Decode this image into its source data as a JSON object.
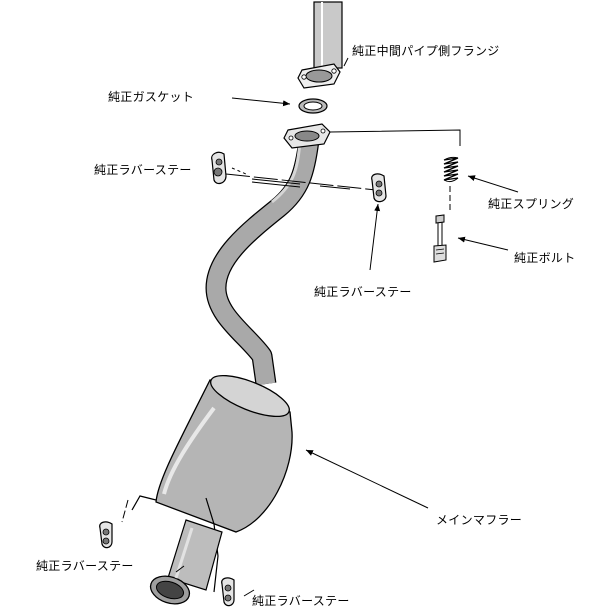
{
  "labels": {
    "mid_pipe_flange": "純正中間パイプ側フランジ",
    "gasket": "純正ガスケット",
    "rubber_stay_upper_left": "純正ラバーステー",
    "spring": "純正スプリング",
    "bolt": "純正ボルト",
    "rubber_stay_mid": "純正ラバーステー",
    "main_muffler": "メインマフラー",
    "rubber_stay_lower_left": "純正ラバーステー",
    "rubber_stay_lower_right": "純正ラバーステー"
  },
  "colors": {
    "pipe_fill": "#a9a9a9",
    "muffler_fill": "#b5b5b5",
    "line": "#000000",
    "background": "#ffffff"
  }
}
